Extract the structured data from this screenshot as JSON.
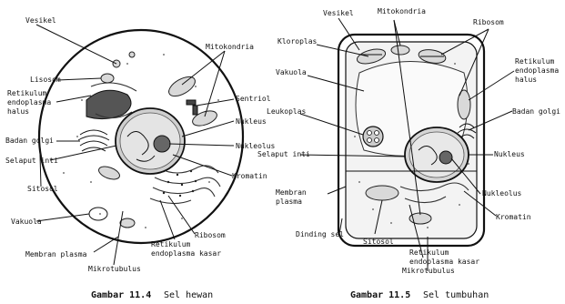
{
  "animal": {
    "labels": {
      "vesikel": "Vesikel",
      "mitokondria": "Mitokondria",
      "lisosom": "Lisosom",
      "retikulum_halus": [
        "Retikulum",
        "endoplasma",
        "halus"
      ],
      "sentriol": "Sentriol",
      "nukleus": "Nukleus",
      "badan_golgi": "Badan golgi",
      "nukleolus": "Nukleolus",
      "selaput_inti": "Selaput inti",
      "kromatin": "Kromatin",
      "sitosol": "Sitosol",
      "vakuola": "Vakuola",
      "ribosom": "Ribosom",
      "membran_plasma": "Membran plasma",
      "mikrotubulus": "Mikrotubulus",
      "retikulum_kasar": [
        "Retikulum",
        "endoplasma kasar"
      ]
    },
    "caption": {
      "prefix": "Gambar  11.4",
      "text": "Sel  hewan"
    }
  },
  "plant": {
    "labels": {
      "vesikel": "Vesikel",
      "mitokondria": "Mitokondria",
      "ribosom": "Ribosom",
      "kloroplas": "Kloroplas",
      "retikulum_halus": [
        "Retikulum",
        "endoplasma",
        "halus"
      ],
      "vakuola": "Vakuola",
      "badan_golgi": "Badan golgi",
      "leukoplas": "Leukoplas",
      "nukleus": "Nukleus",
      "selaput_inti": "Selaput inti",
      "nukleolus": "Nukleolus",
      "membran_plasma": [
        "Membran",
        "plasma"
      ],
      "kromatin": "Kromatin",
      "dinding_sel": "Dinding sel",
      "sitosol": "Sitosol",
      "retikulum_kasar": [
        "Retikulum",
        "endoplasma kasar"
      ],
      "mikrotubulus": "Mikrotubulus"
    },
    "caption": {
      "prefix": "Gambar  11.5",
      "text": "Sel  tumbuhan"
    }
  }
}
